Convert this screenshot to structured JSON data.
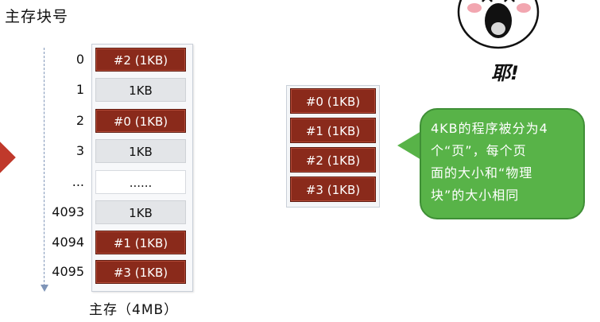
{
  "heading": "主存块号",
  "memory": {
    "rows": [
      {
        "label": "0",
        "text": "#2 (1KB)",
        "kind": "page"
      },
      {
        "label": "1",
        "text": "1KB",
        "kind": "empty"
      },
      {
        "label": "2",
        "text": "#0 (1KB)",
        "kind": "page"
      },
      {
        "label": "3",
        "text": "1KB",
        "kind": "empty"
      },
      {
        "label": "...",
        "text": "......",
        "kind": "dots"
      },
      {
        "label": "4093",
        "text": "1KB",
        "kind": "empty"
      },
      {
        "label": "4094",
        "text": "#1 (1KB)",
        "kind": "page"
      },
      {
        "label": "4095",
        "text": "#3 (1KB)",
        "kind": "page"
      }
    ],
    "caption": "主存（4MB）"
  },
  "program": {
    "pages": [
      "#0 (1KB)",
      "#1 (1KB)",
      "#2 (1KB)",
      "#3 (1KB)"
    ]
  },
  "bubble": {
    "lines": [
      "4KB的程序被分为4",
      "个“页”，每个页",
      "面的大小和“物理",
      "块”的大小相同"
    ],
    "color": "#58b348"
  },
  "face": {
    "label": "耶!"
  },
  "colors": {
    "page_fill": "#8a2a1b",
    "empty_fill": "#e3e5e8",
    "axis": "#7f95b8",
    "arrow": "#c0392b"
  }
}
